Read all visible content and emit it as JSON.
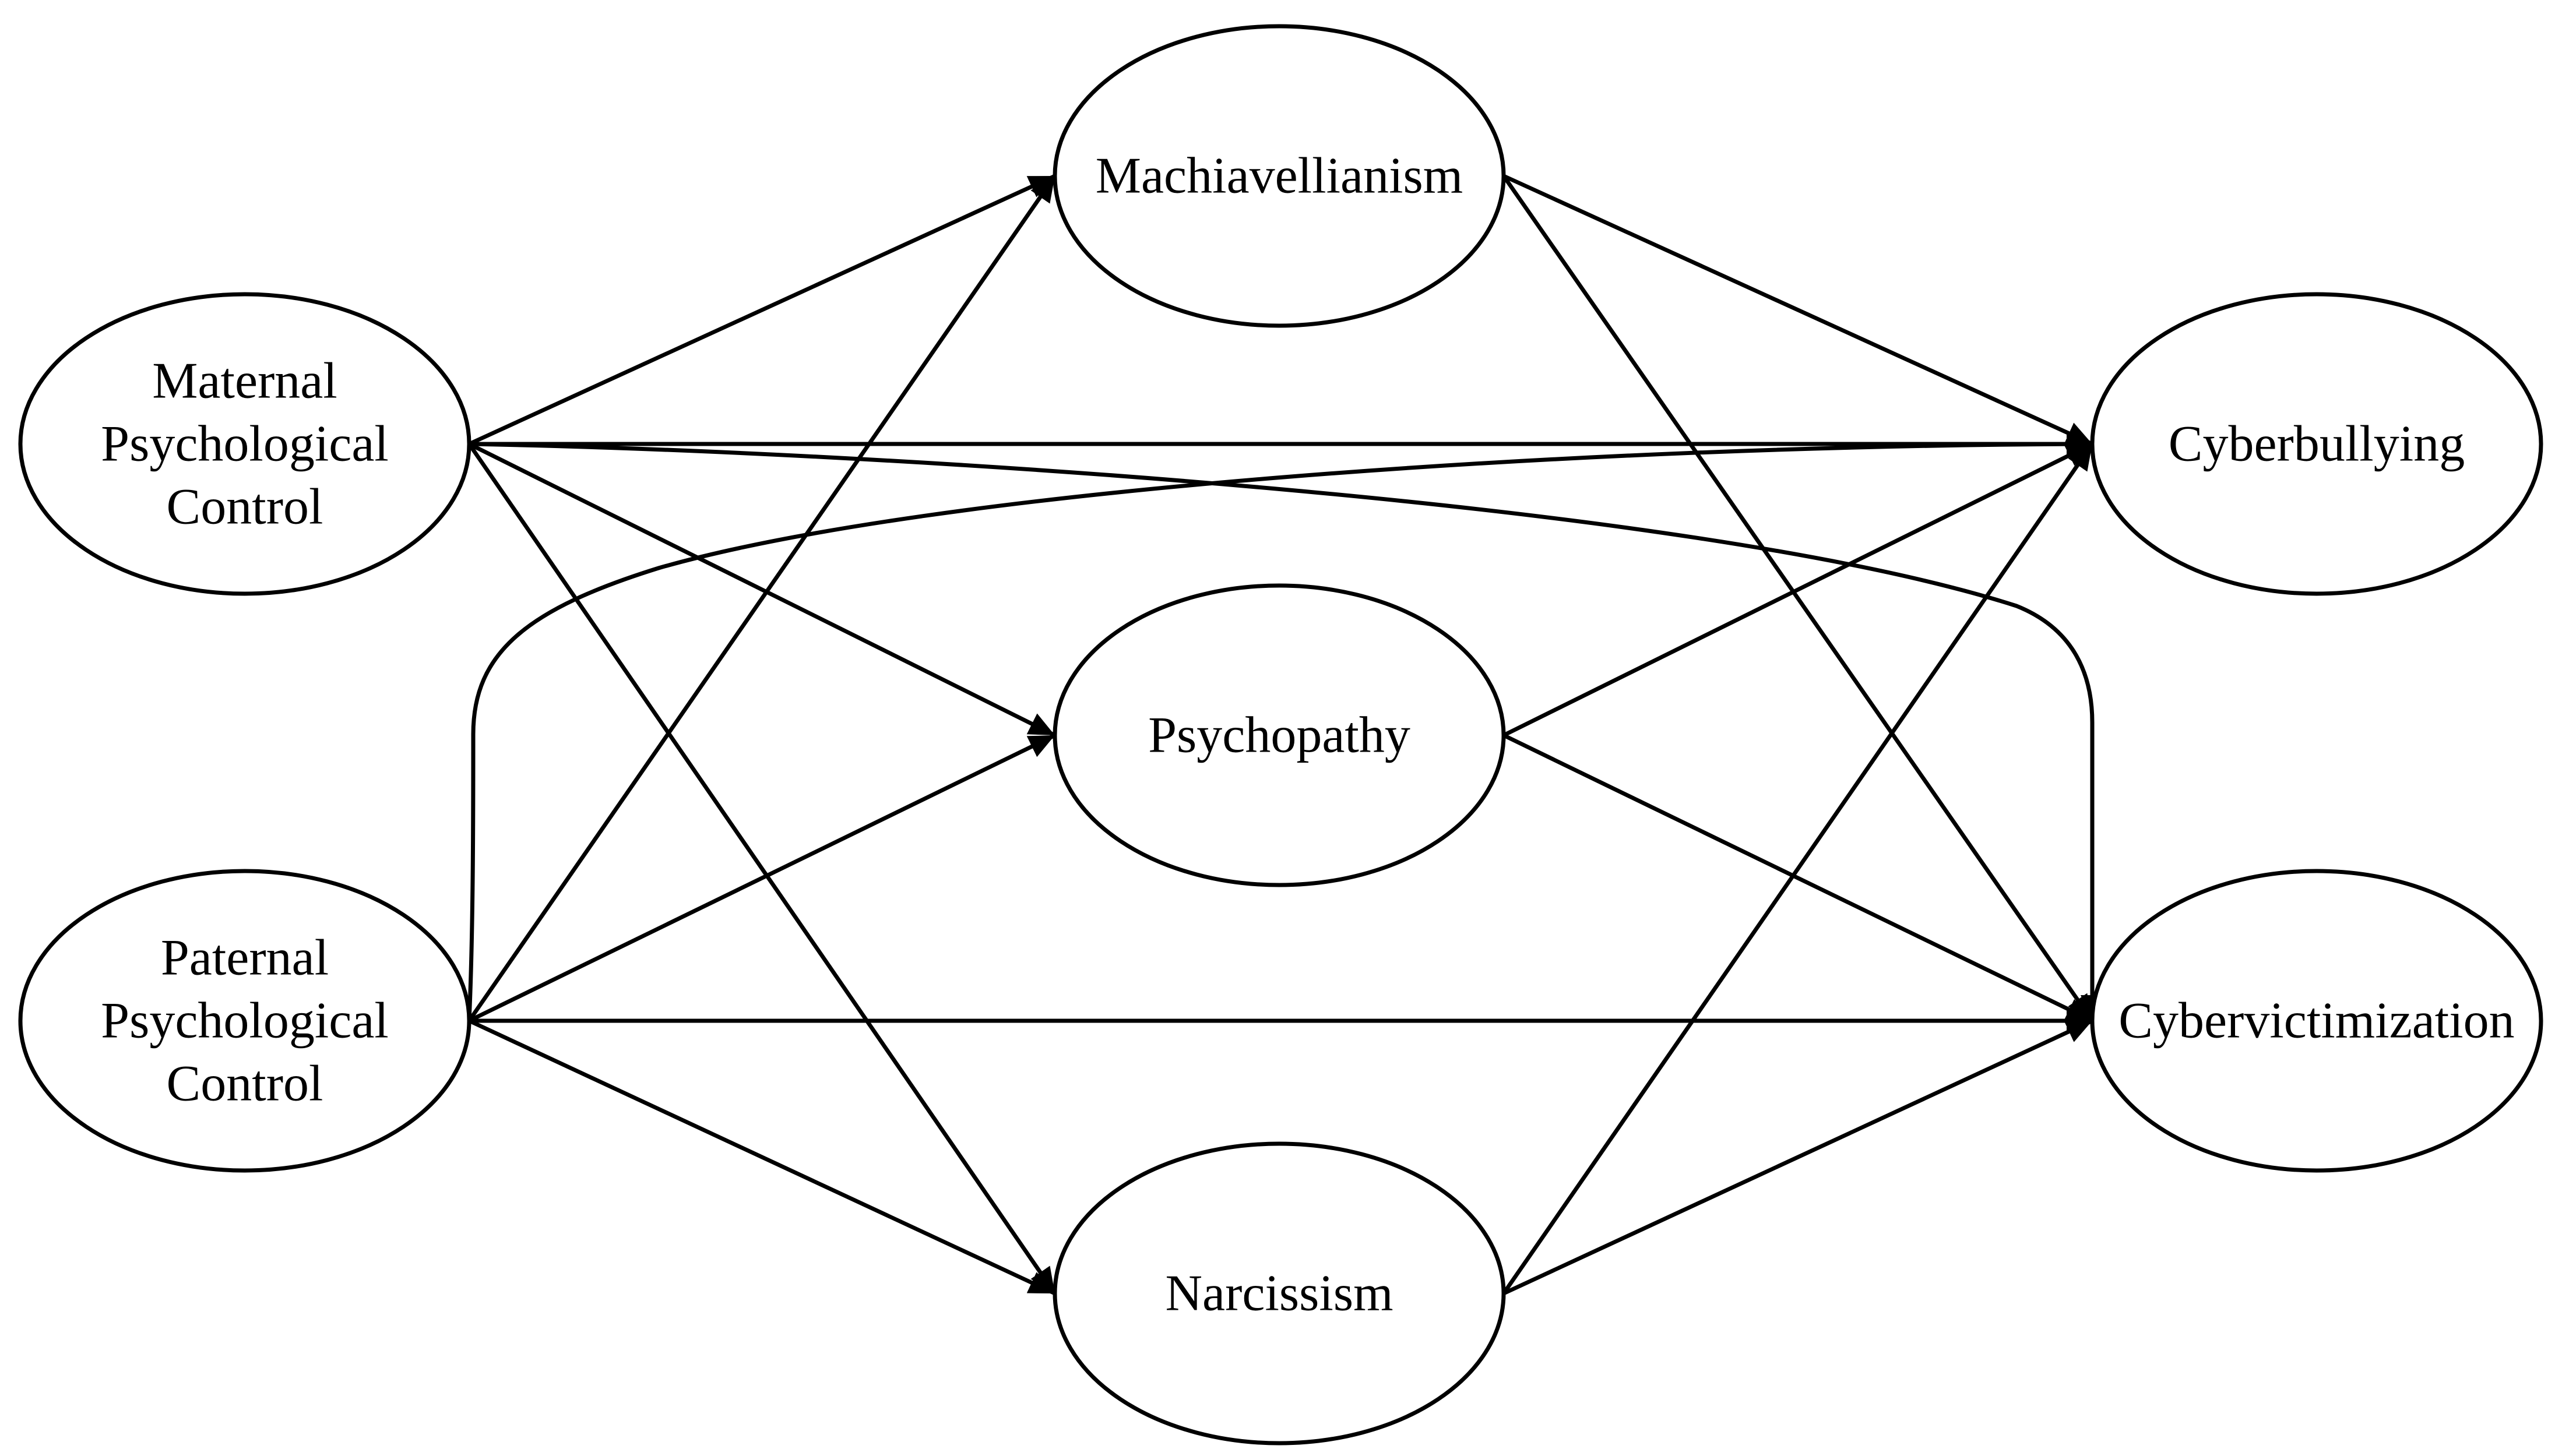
{
  "diagram": {
    "nodes": {
      "maternal": {
        "lines": [
          "Maternal",
          "Psychological",
          "Control"
        ]
      },
      "paternal": {
        "lines": [
          "Paternal",
          "Psychological",
          "Control"
        ]
      },
      "machiavellianism": {
        "lines": [
          "Machiavellianism"
        ]
      },
      "psychopathy": {
        "lines": [
          "Psychopathy"
        ]
      },
      "narcissism": {
        "lines": [
          "Narcissism"
        ]
      },
      "cyberbullying": {
        "lines": [
          "Cyberbullying"
        ]
      },
      "cybervictimization": {
        "lines": [
          "Cybervictimization"
        ]
      }
    },
    "edges": [
      {
        "from": "maternal",
        "to": "machiavellianism",
        "type": "directed"
      },
      {
        "from": "maternal",
        "to": "psychopathy",
        "type": "directed"
      },
      {
        "from": "maternal",
        "to": "narcissism",
        "type": "directed"
      },
      {
        "from": "maternal",
        "to": "cyberbullying",
        "type": "directed"
      },
      {
        "from": "maternal",
        "to": "cybervictimization",
        "type": "directed"
      },
      {
        "from": "paternal",
        "to": "machiavellianism",
        "type": "directed"
      },
      {
        "from": "paternal",
        "to": "psychopathy",
        "type": "directed"
      },
      {
        "from": "paternal",
        "to": "narcissism",
        "type": "directed"
      },
      {
        "from": "paternal",
        "to": "cyberbullying",
        "type": "directed"
      },
      {
        "from": "paternal",
        "to": "cybervictimization",
        "type": "directed"
      },
      {
        "from": "machiavellianism",
        "to": "cyberbullying",
        "type": "directed"
      },
      {
        "from": "machiavellianism",
        "to": "cybervictimization",
        "type": "directed"
      },
      {
        "from": "psychopathy",
        "to": "cyberbullying",
        "type": "directed"
      },
      {
        "from": "psychopathy",
        "to": "cybervictimization",
        "type": "directed"
      },
      {
        "from": "narcissism",
        "to": "cyberbullying",
        "type": "directed"
      },
      {
        "from": "narcissism",
        "to": "cybervictimization",
        "type": "directed"
      }
    ]
  }
}
